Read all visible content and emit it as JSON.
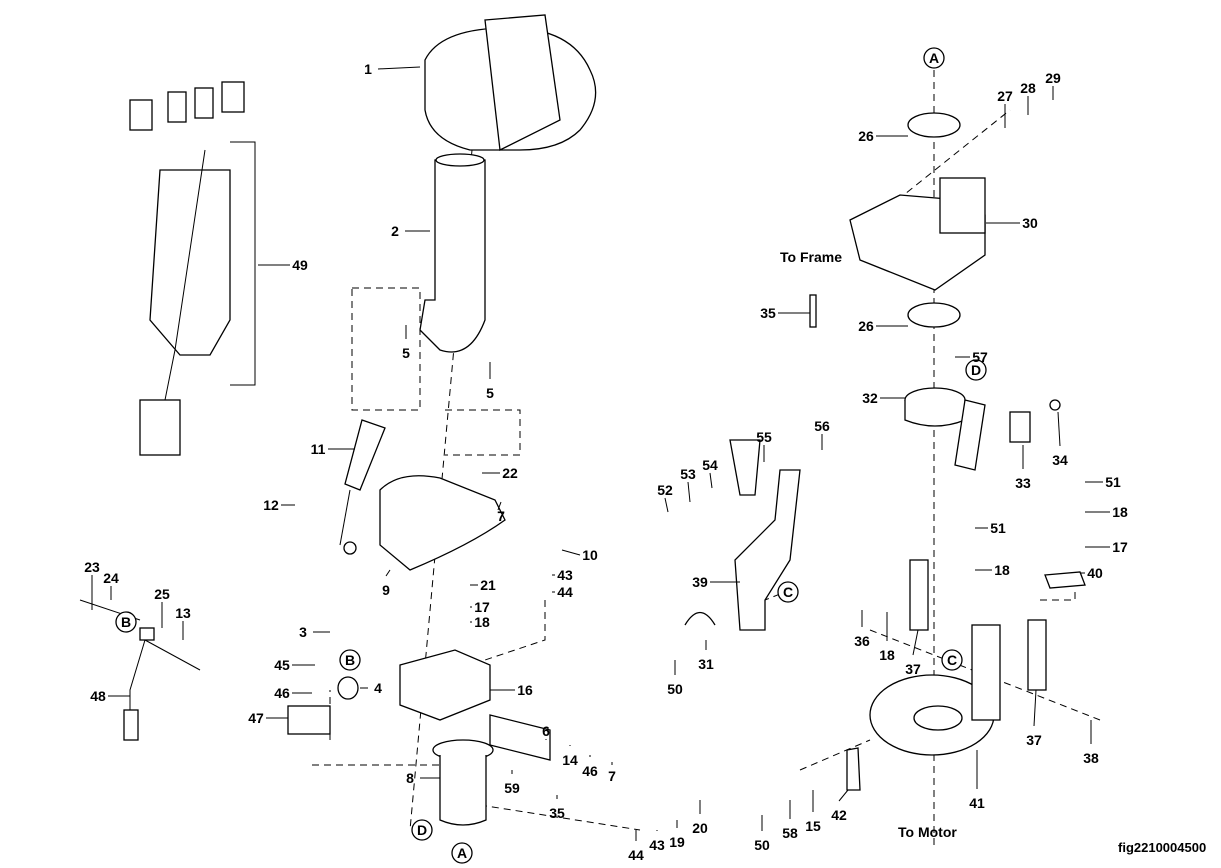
{
  "figure_id": "fig2210004500",
  "notes": {
    "to_frame": "To Frame",
    "to_motor": "To Motor"
  },
  "reference_markers": [
    "A",
    "A",
    "B",
    "B",
    "C",
    "C",
    "D",
    "D"
  ],
  "callouts": [
    "1",
    "2",
    "5",
    "5",
    "49",
    "11",
    "12",
    "22",
    "7",
    "9",
    "10",
    "43",
    "44",
    "21",
    "17",
    "18",
    "3",
    "45",
    "46",
    "47",
    "4",
    "16",
    "6",
    "14",
    "46",
    "7",
    "8",
    "59",
    "35",
    "44",
    "43",
    "19",
    "20",
    "23",
    "24",
    "25",
    "13",
    "48",
    "27",
    "28",
    "29",
    "26",
    "30",
    "35",
    "26",
    "57",
    "32",
    "33",
    "34",
    "51",
    "18",
    "17",
    "51",
    "18",
    "40",
    "55",
    "56",
    "54",
    "53",
    "52",
    "39",
    "31",
    "50",
    "36",
    "18",
    "37",
    "37",
    "38",
    "41",
    "42",
    "15",
    "58",
    "50"
  ]
}
